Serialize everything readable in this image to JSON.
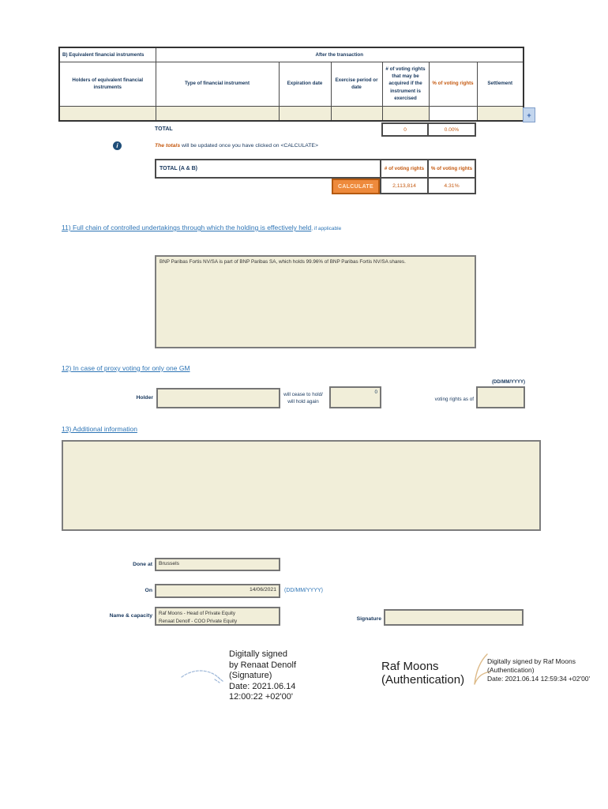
{
  "icons": {
    "info": "i",
    "add": "+"
  },
  "colors": {
    "accent_orange": "#c55a11",
    "calculate_bg": "#ee8a3c",
    "navy": "#17375d",
    "heading_blue": "#2e75b6",
    "field_beige": "#f1eed9",
    "add_cell_blue": "#c3d6ee"
  },
  "table_b": {
    "section_label": "B) Equivalent financial instruments",
    "span_header": "After the transaction",
    "columns": [
      "Holders of equivalent financial instruments",
      "Type of financial instrument",
      "Expiration date",
      "Exercise period or date",
      "# of voting rights that may be acquired if the instrument is exercised",
      "% of voting rights",
      "Settlement"
    ],
    "total_label": "TOTAL",
    "total_votes": "0",
    "total_pct": "0.00%"
  },
  "info_note": {
    "lead": "The totals",
    "rest": " will be updated once you have clicked on <CALCULATE>"
  },
  "totals_ab": {
    "label": "TOTAL (A & B)",
    "col_votes": "# of voting rights",
    "col_pct": "% of voting rights",
    "calculate_label": "CALCULATE",
    "votes": "2,113,814",
    "pct": "4.31%"
  },
  "section11": {
    "title": "11) Full chain of controlled undertakings through which the holding is effectively held",
    "suffix": ", if applicable",
    "text": "BNP Paribas Fortis NV/SA is part of BNP Paribas SA, which holds 99.96% of BNP Paribas Fortis NV/SA shares."
  },
  "section12": {
    "title": "12) In case of proxy voting for only one GM",
    "holder_label": "Holder",
    "holder_value": "",
    "cease_label_line1": "will cease to hold/",
    "cease_label_line2": "will hold again",
    "cease_value": "0",
    "voting_label": "voting rights as of",
    "date_format": "(DD/MM/YYYY)",
    "date_value": ""
  },
  "section13": {
    "title": "13) Additional information",
    "text": ""
  },
  "footer": {
    "done_at_label": "Done at",
    "done_at_value": "Brussels",
    "on_label": "On",
    "on_value": "14/06/2021",
    "on_format": "(DD/MM/YYYY)",
    "name_label": "Name & capacity",
    "name_line1": "Raf Moons - Head of Private Equity",
    "name_line2": "Renaat Denolf - COO Private Equity",
    "signature_label": "Signature",
    "signature_value": ""
  },
  "signatures": {
    "renaat": {
      "lines": [
        "Digitally signed",
        "by Renaat Denolf",
        "(Signature)",
        "Date: 2021.06.14",
        "12:00:22 +02'00'"
      ]
    },
    "raf": {
      "name_line1": "Raf Moons",
      "name_line2": "(Authentication)",
      "detail_lines": [
        "Digitally signed by Raf Moons",
        "(Authentication)",
        "Date: 2021.06.14 12:59:34 +02'00'"
      ]
    }
  }
}
